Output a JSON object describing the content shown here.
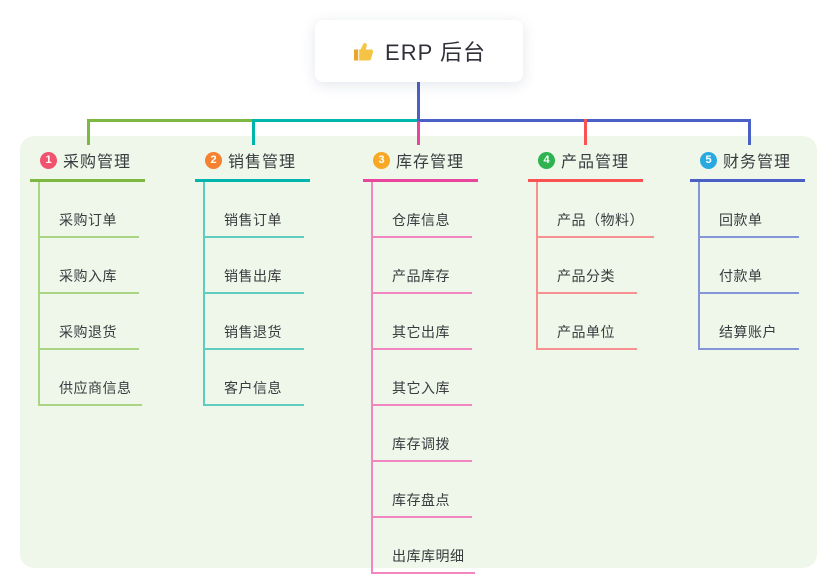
{
  "title": {
    "text": "ERP 后台",
    "icon": "thumbs-up-icon",
    "icon_color": "#f2b636"
  },
  "panel_color": "#eef7e9",
  "connectors": {
    "stem_color": "#4a60c4"
  },
  "branches": [
    {
      "num": "1",
      "label": "采购管理",
      "badge_color": "#f1536e",
      "color": "#7db843",
      "light_color": "#a9d584",
      "children": [
        "采购订单",
        "采购入库",
        "采购退货",
        "供应商信息"
      ]
    },
    {
      "num": "2",
      "label": "销售管理",
      "badge_color": "#f68130",
      "color": "#00b5ab",
      "light_color": "#5fccc2",
      "children": [
        "销售订单",
        "销售出库",
        "销售退货",
        "客户信息"
      ]
    },
    {
      "num": "3",
      "label": "库存管理",
      "badge_color": "#f9a825",
      "color": "#e8469c",
      "light_color": "#f186c0",
      "children": [
        "仓库信息",
        "产品库存",
        "其它出库",
        "其它入库",
        "库存调拨",
        "库存盘点",
        "出库库明细"
      ]
    },
    {
      "num": "4",
      "label": "产品管理",
      "badge_color": "#2eb350",
      "color": "#fa5252",
      "light_color": "#f89090",
      "children": [
        "产品（物料）",
        "产品分类",
        "产品单位"
      ]
    },
    {
      "num": "5",
      "label": "财务管理",
      "badge_color": "#29a9e0",
      "color": "#4a60c4",
      "light_color": "#8495d8",
      "children": [
        "回款单",
        "付款单",
        "结算账户"
      ]
    }
  ]
}
